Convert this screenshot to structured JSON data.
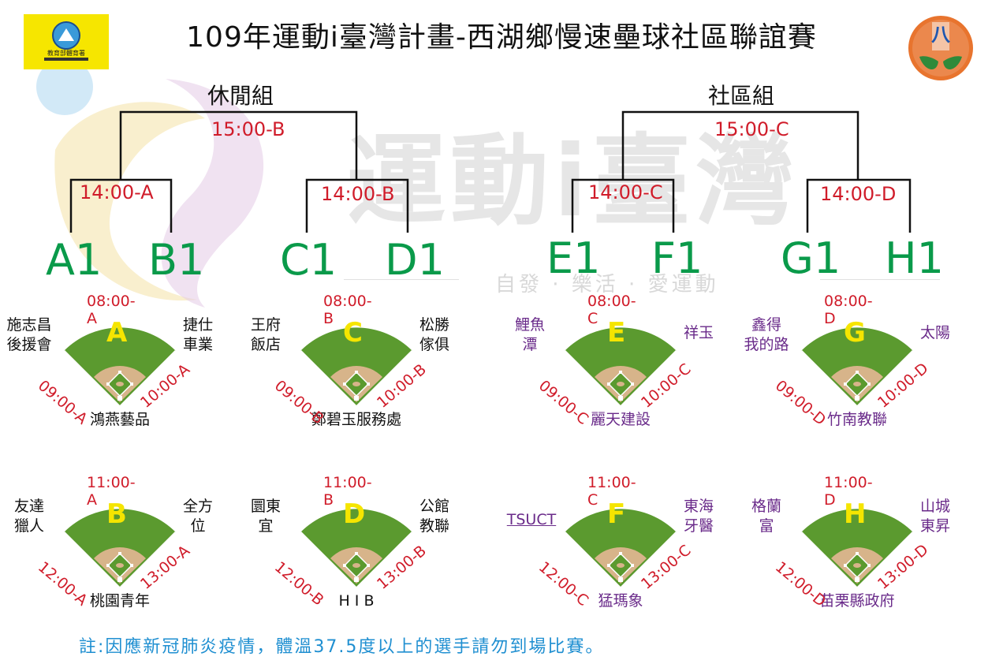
{
  "title": "109年運動i臺灣計畫-西湖鄉慢速壘球社區聯誼賽",
  "logo_left_text": "教育部體育署",
  "logo_right_text": "八",
  "watermark": "運動i臺灣",
  "watermark_sub": "自發 · 樂活 · 愛運動",
  "groups": [
    {
      "name": "休閒組",
      "final": "15:00-B",
      "semis": [
        "14:00-A",
        "14:00-B"
      ],
      "teams": [
        "A1",
        "B1",
        "C1",
        "D1"
      ]
    },
    {
      "name": "社區組",
      "final": "15:00-C",
      "semis": [
        "14:00-C",
        "14:00-D"
      ],
      "teams": [
        "E1",
        "F1",
        "G1",
        "H1"
      ]
    }
  ],
  "fields": [
    {
      "letter": "A",
      "top_time": "08:00-A",
      "left": "施志昌\n後援會",
      "right": "捷仕\n車業",
      "bottom": "鴻燕藝品",
      "lt": "09:00-A",
      "rt": "10:00-A",
      "color": "black"
    },
    {
      "letter": "C",
      "top_time": "08:00-B",
      "left": "王府\n飯店",
      "right": "松勝\n傢俱",
      "bottom": "鄭碧玉服務處",
      "lt": "09:00-B",
      "rt": "10:00-B",
      "color": "black"
    },
    {
      "letter": "E",
      "top_time": "08:00-C",
      "left": "鯉魚\n潭",
      "right": "祥玉",
      "bottom": "麗天建設",
      "lt": "09:00-C",
      "rt": "10:00-C",
      "color": "purple"
    },
    {
      "letter": "G",
      "top_time": "08:00-D",
      "left": "鑫得\n我的路",
      "right": "太陽",
      "bottom": "竹南教聯",
      "lt": "09:00-D",
      "rt": "10:00-D",
      "color": "purple"
    },
    {
      "letter": "B",
      "top_time": "11:00-A",
      "left": "友達\n獵人",
      "right": "全方\n位",
      "bottom": "桃園青年",
      "lt": "12:00-A",
      "rt": "13:00-A",
      "color": "black"
    },
    {
      "letter": "D",
      "top_time": "11:00-B",
      "left": "圜東\n宜",
      "right": "公館\n教聯",
      "bottom": "H I B",
      "lt": "12:00-B",
      "rt": "13:00-B",
      "color": "black"
    },
    {
      "letter": "F",
      "top_time": "11:00-C",
      "left": "TSUCT",
      "right": "東海\n牙醫",
      "bottom": "猛瑪象",
      "lt": "12:00-C",
      "rt": "13:00-C",
      "color": "purple"
    },
    {
      "letter": "H",
      "top_time": "11:00-D",
      "left": "格蘭\n富",
      "right": "山城\n東昇",
      "bottom": "苗栗縣政府",
      "lt": "12:00-D",
      "rt": "13:00-D",
      "color": "purple"
    }
  ],
  "note": "註:因應新冠肺炎疫情，體溫37.5度以上的選手請勿到場比賽。",
  "colors": {
    "team": "#0a9a4a",
    "time": "#d01c2a",
    "field": "#5b9a2f",
    "infield": "#d7b48a",
    "letter": "#f5e500",
    "note": "#1f8fd1",
    "purple": "#6a2b8a"
  }
}
